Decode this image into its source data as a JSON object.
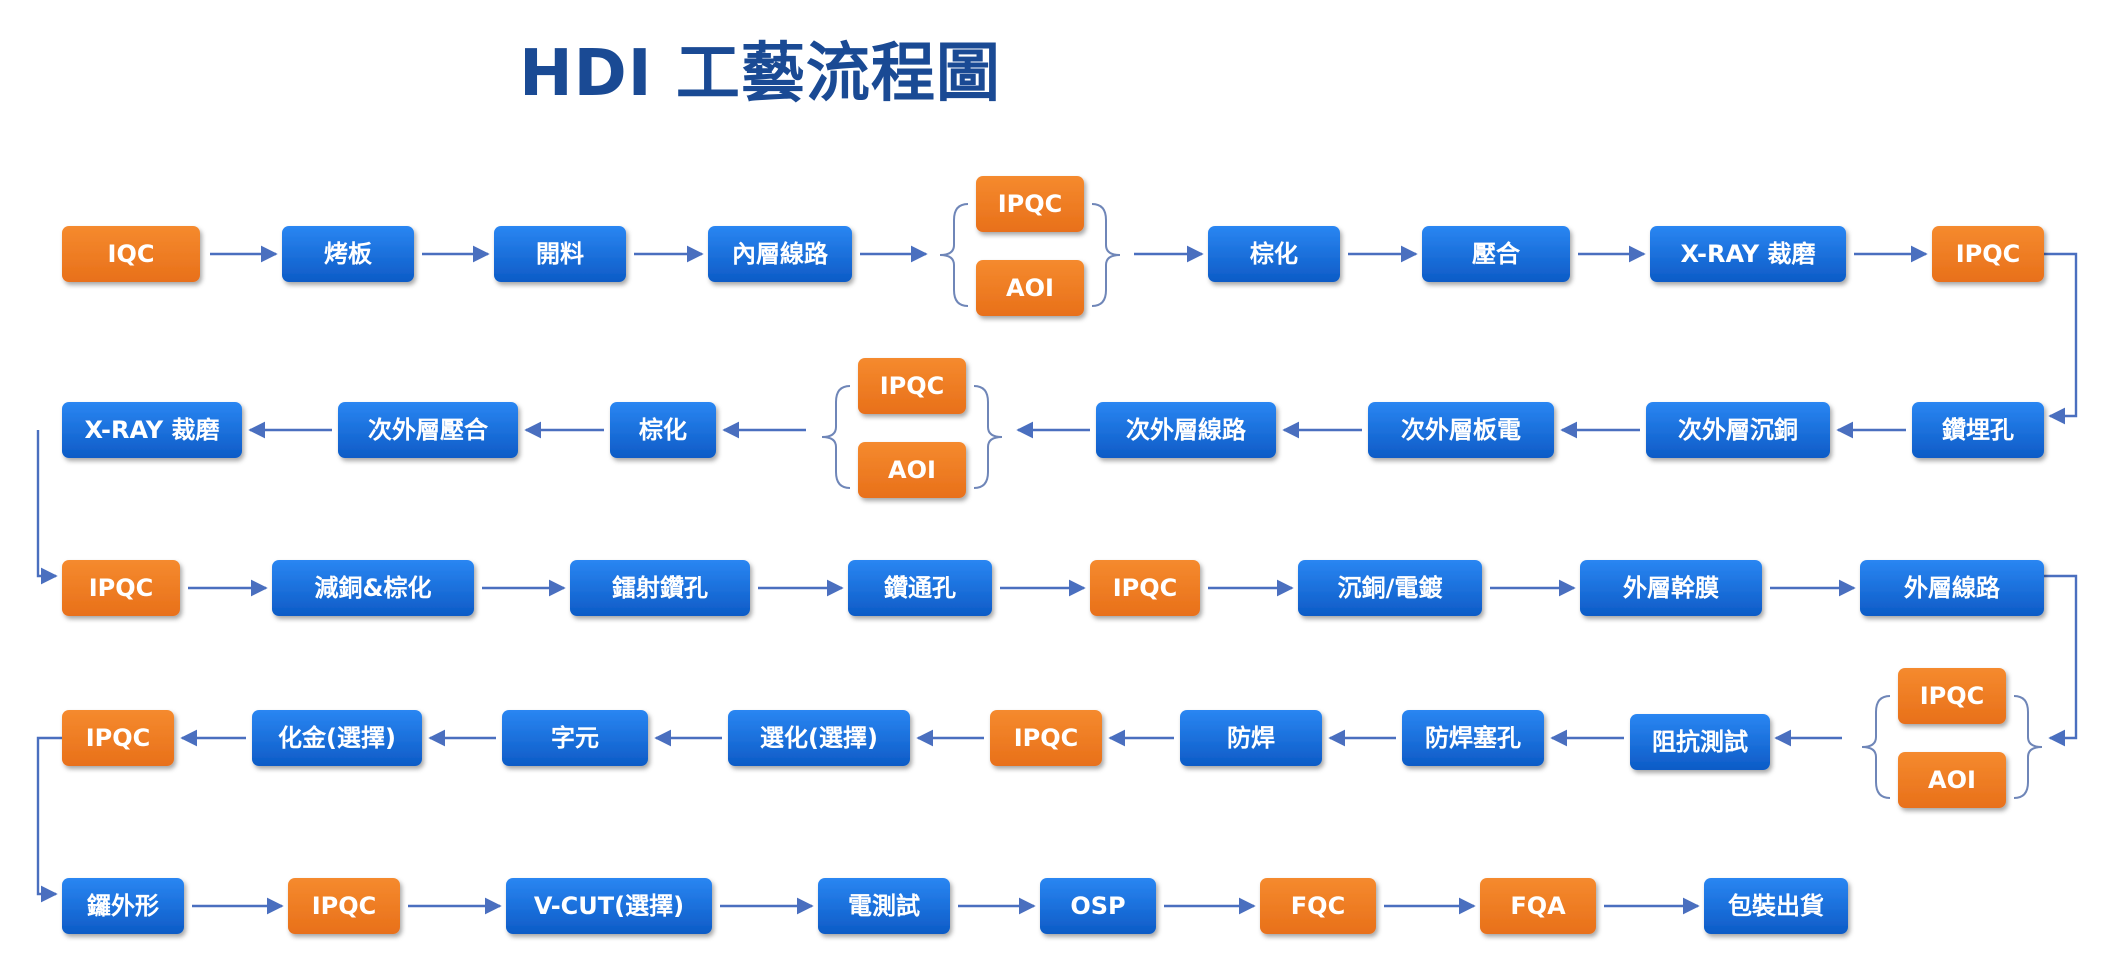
{
  "title": "HDI 工藝流程圖",
  "colors": {
    "process": "#1a72e0",
    "inspection": "#f07e1e",
    "title": "#1a4a94",
    "arrow": "#4a6fbf"
  },
  "nodes": {
    "r1_iqc": {
      "label": "IQC",
      "kind": "inspection"
    },
    "r1_bake": {
      "label": "烤板",
      "kind": "process"
    },
    "r1_cut": {
      "label": "開料",
      "kind": "process"
    },
    "r1_inner": {
      "label": "內層線路",
      "kind": "process"
    },
    "r1_ipqc_a": {
      "label": "IPQC",
      "kind": "inspection"
    },
    "r1_aoi_a": {
      "label": "AOI",
      "kind": "inspection"
    },
    "r1_brown": {
      "label": "棕化",
      "kind": "process"
    },
    "r1_press": {
      "label": "壓合",
      "kind": "process"
    },
    "r1_xray": {
      "label": "X-RAY 裁磨",
      "kind": "process"
    },
    "r1_ipqc_b": {
      "label": "IPQC",
      "kind": "inspection"
    },
    "r2_buried": {
      "label": "鑽埋孔",
      "kind": "process"
    },
    "r2_cu": {
      "label": "次外層沉銅",
      "kind": "process"
    },
    "r2_plate": {
      "label": "次外層板電",
      "kind": "process"
    },
    "r2_circuit": {
      "label": "次外層線路",
      "kind": "process"
    },
    "r2_ipqc": {
      "label": "IPQC",
      "kind": "inspection"
    },
    "r2_aoi": {
      "label": "AOI",
      "kind": "inspection"
    },
    "r2_brown": {
      "label": "棕化",
      "kind": "process"
    },
    "r2_press": {
      "label": "次外層壓合",
      "kind": "process"
    },
    "r2_xray": {
      "label": "X-RAY 裁磨",
      "kind": "process"
    },
    "r3_ipqc_a": {
      "label": "IPQC",
      "kind": "inspection"
    },
    "r3_reduce": {
      "label": "減銅&棕化",
      "kind": "process"
    },
    "r3_laser": {
      "label": "鐳射鑽孔",
      "kind": "process"
    },
    "r3_through": {
      "label": "鑽通孔",
      "kind": "process"
    },
    "r3_ipqc_b": {
      "label": "IPQC",
      "kind": "inspection"
    },
    "r3_cu": {
      "label": "沉銅/電鍍",
      "kind": "process"
    },
    "r3_dryfilm": {
      "label": "外層幹膜",
      "kind": "process"
    },
    "r3_outer": {
      "label": "外層線路",
      "kind": "process"
    },
    "r4_ipqc_a": {
      "label": "IPQC",
      "kind": "inspection"
    },
    "r4_aoi": {
      "label": "AOI",
      "kind": "inspection"
    },
    "r4_imp": {
      "label": "阻抗測試",
      "kind": "process"
    },
    "r4_plug": {
      "label": "防焊塞孔",
      "kind": "process"
    },
    "r4_mask": {
      "label": "防焊",
      "kind": "process"
    },
    "r4_ipqc_b": {
      "label": "IPQC",
      "kind": "inspection"
    },
    "r4_select": {
      "label": "選化(選擇)",
      "kind": "process"
    },
    "r4_legend": {
      "label": "字元",
      "kind": "process"
    },
    "r4_gold": {
      "label": "化金(選擇)",
      "kind": "process"
    },
    "r4_ipqc_c": {
      "label": "IPQC",
      "kind": "inspection"
    },
    "r5_rout": {
      "label": "鑼外形",
      "kind": "process"
    },
    "r5_ipqc": {
      "label": "IPQC",
      "kind": "inspection"
    },
    "r5_vcut": {
      "label": "V-CUT(選擇)",
      "kind": "process"
    },
    "r5_etest": {
      "label": "電測試",
      "kind": "process"
    },
    "r5_osp": {
      "label": "OSP",
      "kind": "process"
    },
    "r5_fqc": {
      "label": "FQC",
      "kind": "inspection"
    },
    "r5_fqa": {
      "label": "FQA",
      "kind": "inspection"
    },
    "r5_pack": {
      "label": "包裝出貨",
      "kind": "process"
    }
  }
}
